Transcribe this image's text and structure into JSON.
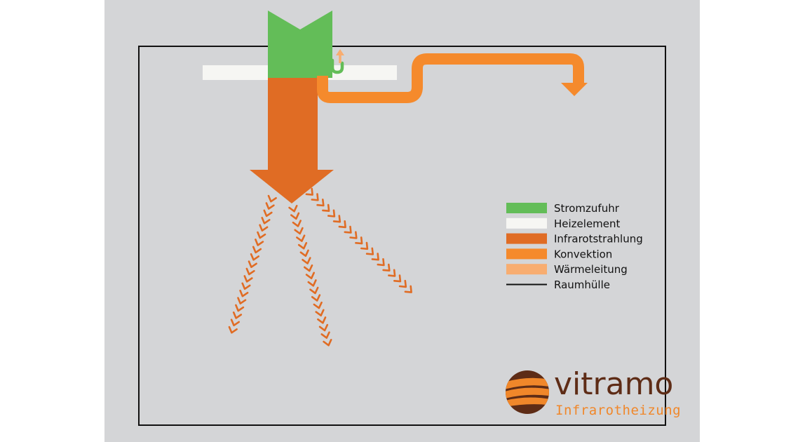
{
  "colors": {
    "stromzufuhr": "#63bd58",
    "heizelement": "#f6f6f3",
    "infrarotstrahlung": "#e06c24",
    "konvektion": "#f58a2c",
    "waermeleitung": "#f8ad70",
    "raumhuelle": "#111111",
    "background": "#d4d5d7",
    "logo_brown": "#5e2c16",
    "logo_orange": "#f0872a"
  },
  "legend": {
    "items": [
      {
        "key": "stromzufuhr",
        "label": "Stromzufuhr",
        "kind": "swatch"
      },
      {
        "key": "heizelement",
        "label": "Heizelement",
        "kind": "swatch"
      },
      {
        "key": "infrarotstrahlung",
        "label": "Infrarotstrahlung",
        "kind": "swatch"
      },
      {
        "key": "konvektion",
        "label": "Konvektion",
        "kind": "swatch"
      },
      {
        "key": "waermeleitung",
        "label": "Wärmeleitung",
        "kind": "swatch"
      },
      {
        "key": "raumhuelle",
        "label": "Raumhülle",
        "kind": "line"
      }
    ]
  },
  "logo": {
    "name": "vitramo",
    "tagline": "Infrarotheizung"
  }
}
